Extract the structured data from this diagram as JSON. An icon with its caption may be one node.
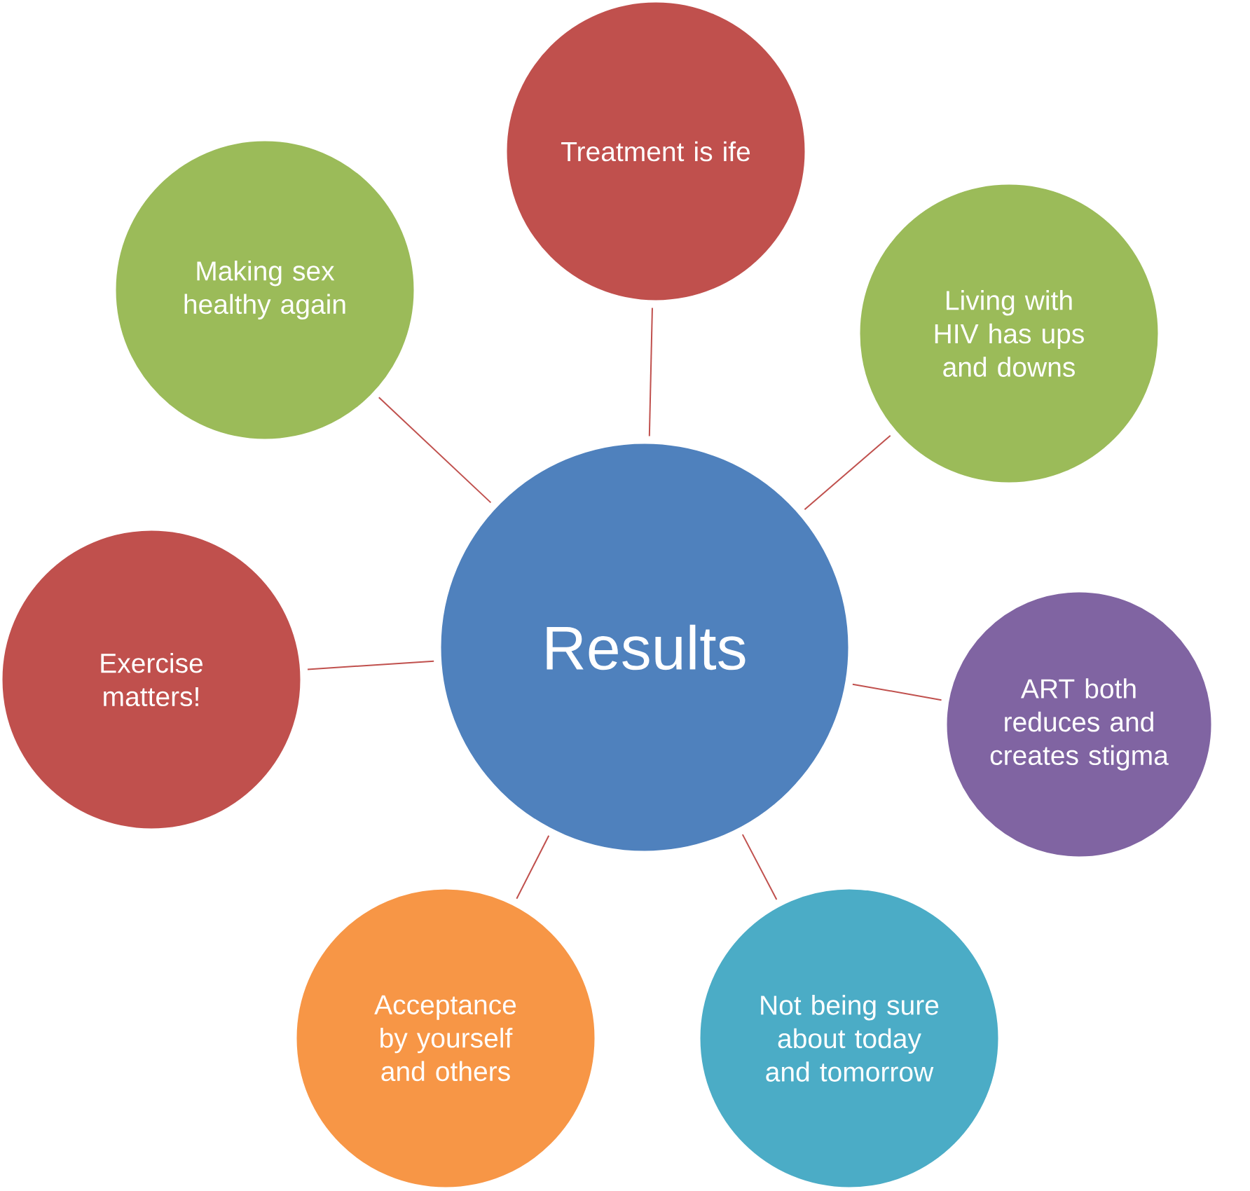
{
  "diagram": {
    "nodes": [
      {
        "text": [
          "Results"
        ]
      },
      {
        "text": [
          "Treatment is ife"
        ]
      },
      {
        "text": [
          "Living with HIV has ups and downs"
        ]
      },
      {
        "text": [
          "ART both reduces and creates stigma"
        ]
      },
      {
        "text": [
          "Not being sure about today and tomorrow"
        ]
      },
      {
        "text": [
          "Acceptance by yourself and others"
        ]
      },
      {
        "text": [
          "Exercise matters!"
        ]
      },
      {
        "text": [
          "Making sex healthy again"
        ]
      }
    ],
    "edges": [
      {
        "from": 0,
        "to": 1,
        "arrow": "none"
      },
      {
        "from": 0,
        "to": 2,
        "arrow": "none"
      },
      {
        "from": 0,
        "to": 3,
        "arrow": "none"
      },
      {
        "from": 0,
        "to": 4,
        "arrow": "none"
      },
      {
        "from": 0,
        "to": 5,
        "arrow": "none"
      },
      {
        "from": 0,
        "to": 6,
        "arrow": "none"
      },
      {
        "from": 0,
        "to": 7,
        "arrow": "none"
      }
    ]
  }
}
